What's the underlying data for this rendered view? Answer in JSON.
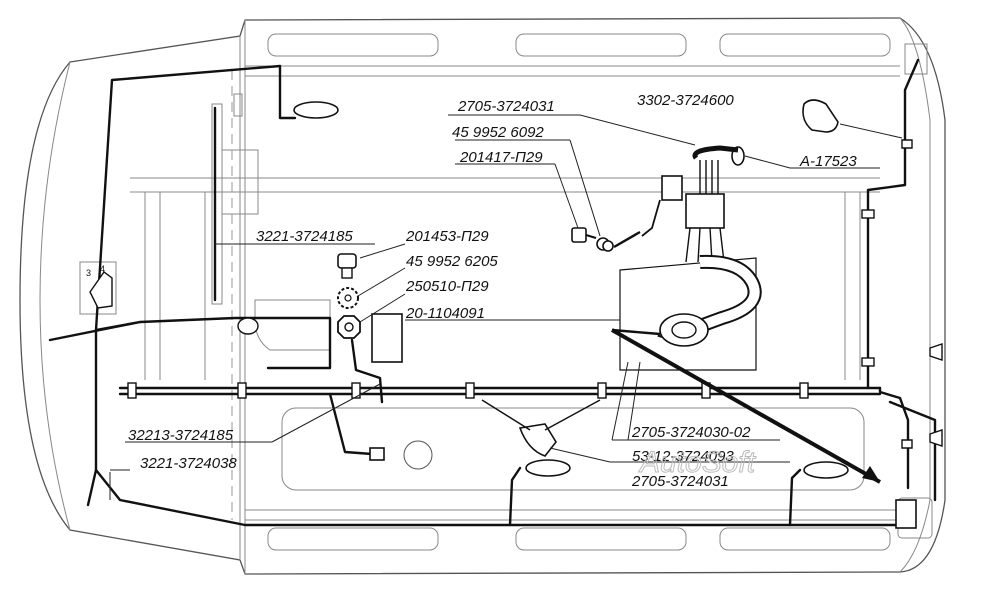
{
  "part_labels": [
    {
      "id": "p1",
      "text": "2705-3724031"
    },
    {
      "id": "p2",
      "text": "3302-3724600"
    },
    {
      "id": "p3",
      "text": "45 9952 6092"
    },
    {
      "id": "p4",
      "text": "201417-П29"
    },
    {
      "id": "p5",
      "text": "А-17523"
    },
    {
      "id": "p6",
      "text": "3221-3724185"
    },
    {
      "id": "p7",
      "text": "201453-П29"
    },
    {
      "id": "p8",
      "text": "45 9952 6205"
    },
    {
      "id": "p9",
      "text": "250510-П29"
    },
    {
      "id": "p10",
      "text": "20-1104091"
    },
    {
      "id": "p11",
      "text": "32213-3724185"
    },
    {
      "id": "p12",
      "text": "2705-3724030-02"
    },
    {
      "id": "p13",
      "text": "3221-3724038"
    },
    {
      "id": "p14",
      "text": "53-12-3724093"
    },
    {
      "id": "p15",
      "text": "2705-3724031"
    }
  ],
  "connector_pins": [
    "3",
    "4"
  ],
  "watermark": "AutoSoft"
}
